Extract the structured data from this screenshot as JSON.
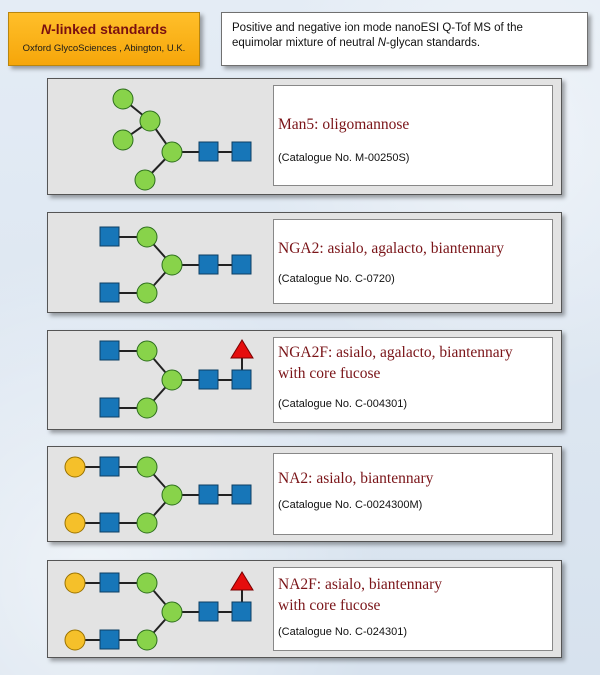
{
  "header": {
    "title_prefix": "N",
    "title_rest": "-linked standards",
    "subtitle": "Oxford GlycoSciences , Abington, U.K."
  },
  "description": {
    "line1": "Positive and negative ion mode nanoESI Q-Tof MS of the",
    "line2_prefix": "equimolar mixture of neutral ",
    "line2_italic": "N",
    "line2_suffix": "-glycan standards."
  },
  "colors": {
    "mannose": "#88d34a",
    "glcnac": "#1776b8",
    "galactose": "#f5c02a",
    "fucose": "#e50d0d",
    "name_text": "#7a1418"
  },
  "standards": [
    {
      "name_line1": "Man5: oligomannose",
      "name_line2": "",
      "catalogue": "(Catalogue No. M-00250S)"
    },
    {
      "name_line1": "NGA2: asialo, agalacto, biantennary",
      "name_line2": "",
      "catalogue": "(Catalogue No. C-0720)"
    },
    {
      "name_line1": "NGA2F: asialo, agalacto, biantennary",
      "name_line2": "with core fucose",
      "catalogue": "(Catalogue No. C-004301)"
    },
    {
      "name_line1": "NA2: asialo, biantennary",
      "name_line2": "",
      "catalogue": "(Catalogue No. C-0024300M)"
    },
    {
      "name_line1": "NA2F: asialo, biantennary",
      "name_line2": "with core fucose",
      "catalogue": "(Catalogue No. C-024301)"
    }
  ]
}
